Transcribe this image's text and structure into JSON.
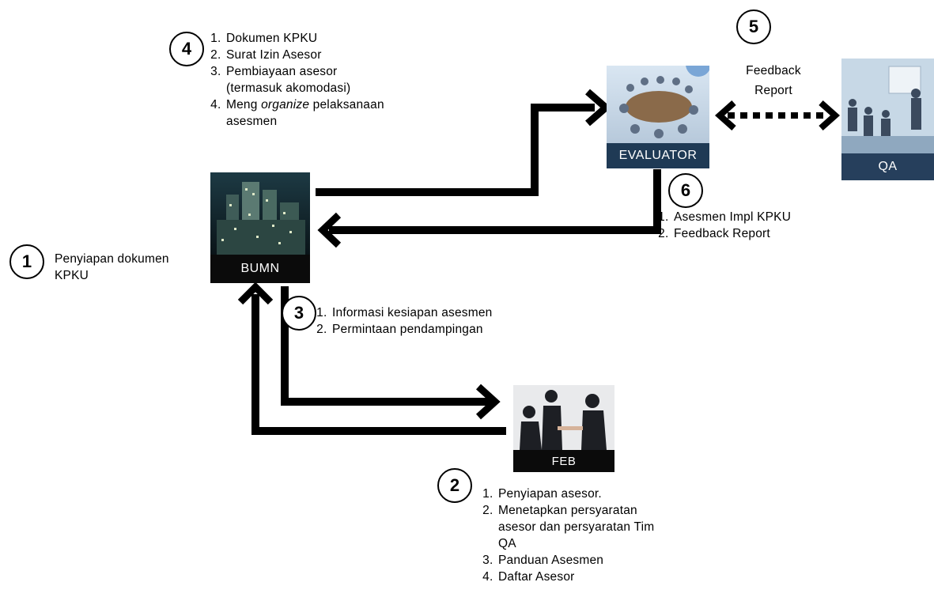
{
  "nodes": {
    "bumn": "BUMN",
    "evaluator": "EVALUATOR",
    "qa": "QA",
    "feb": "FEB"
  },
  "steps": {
    "s1": {
      "number": "1",
      "lines": [
        "Penyiapan dokumen",
        "KPKU"
      ]
    },
    "s2": {
      "number": "2",
      "items": [
        "Penyiapan asesor.",
        "Menetapkan persyaratan asesor dan persyaratan Tim QA",
        "Panduan Asesmen",
        "Daftar Asesor"
      ]
    },
    "s3": {
      "number": "3",
      "items": [
        "Informasi kesiapan asesmen",
        "Permintaan pendampingan"
      ]
    },
    "s4": {
      "number": "4",
      "items": [
        "Dokumen KPKU",
        "Surat Izin Asesor",
        "Pembiayaan asesor (termasuk akomodasi)"
      ],
      "item4_prefix": "Meng ",
      "item4_emph": "organize",
      "item4_rest": " pelaksanaan asesmen"
    },
    "s5": {
      "number": "5",
      "label_line1": "Feedback",
      "label_line2": "Report"
    },
    "s6": {
      "number": "6",
      "items": [
        "Asesmen Impl KPKU",
        "Feedback Report"
      ]
    }
  },
  "colors": {
    "arrow": "#000000",
    "label_bg": "#0b0b0b",
    "evaluator_label_bg": "#1f3a55",
    "qa_label_bg": "#263f5c"
  }
}
